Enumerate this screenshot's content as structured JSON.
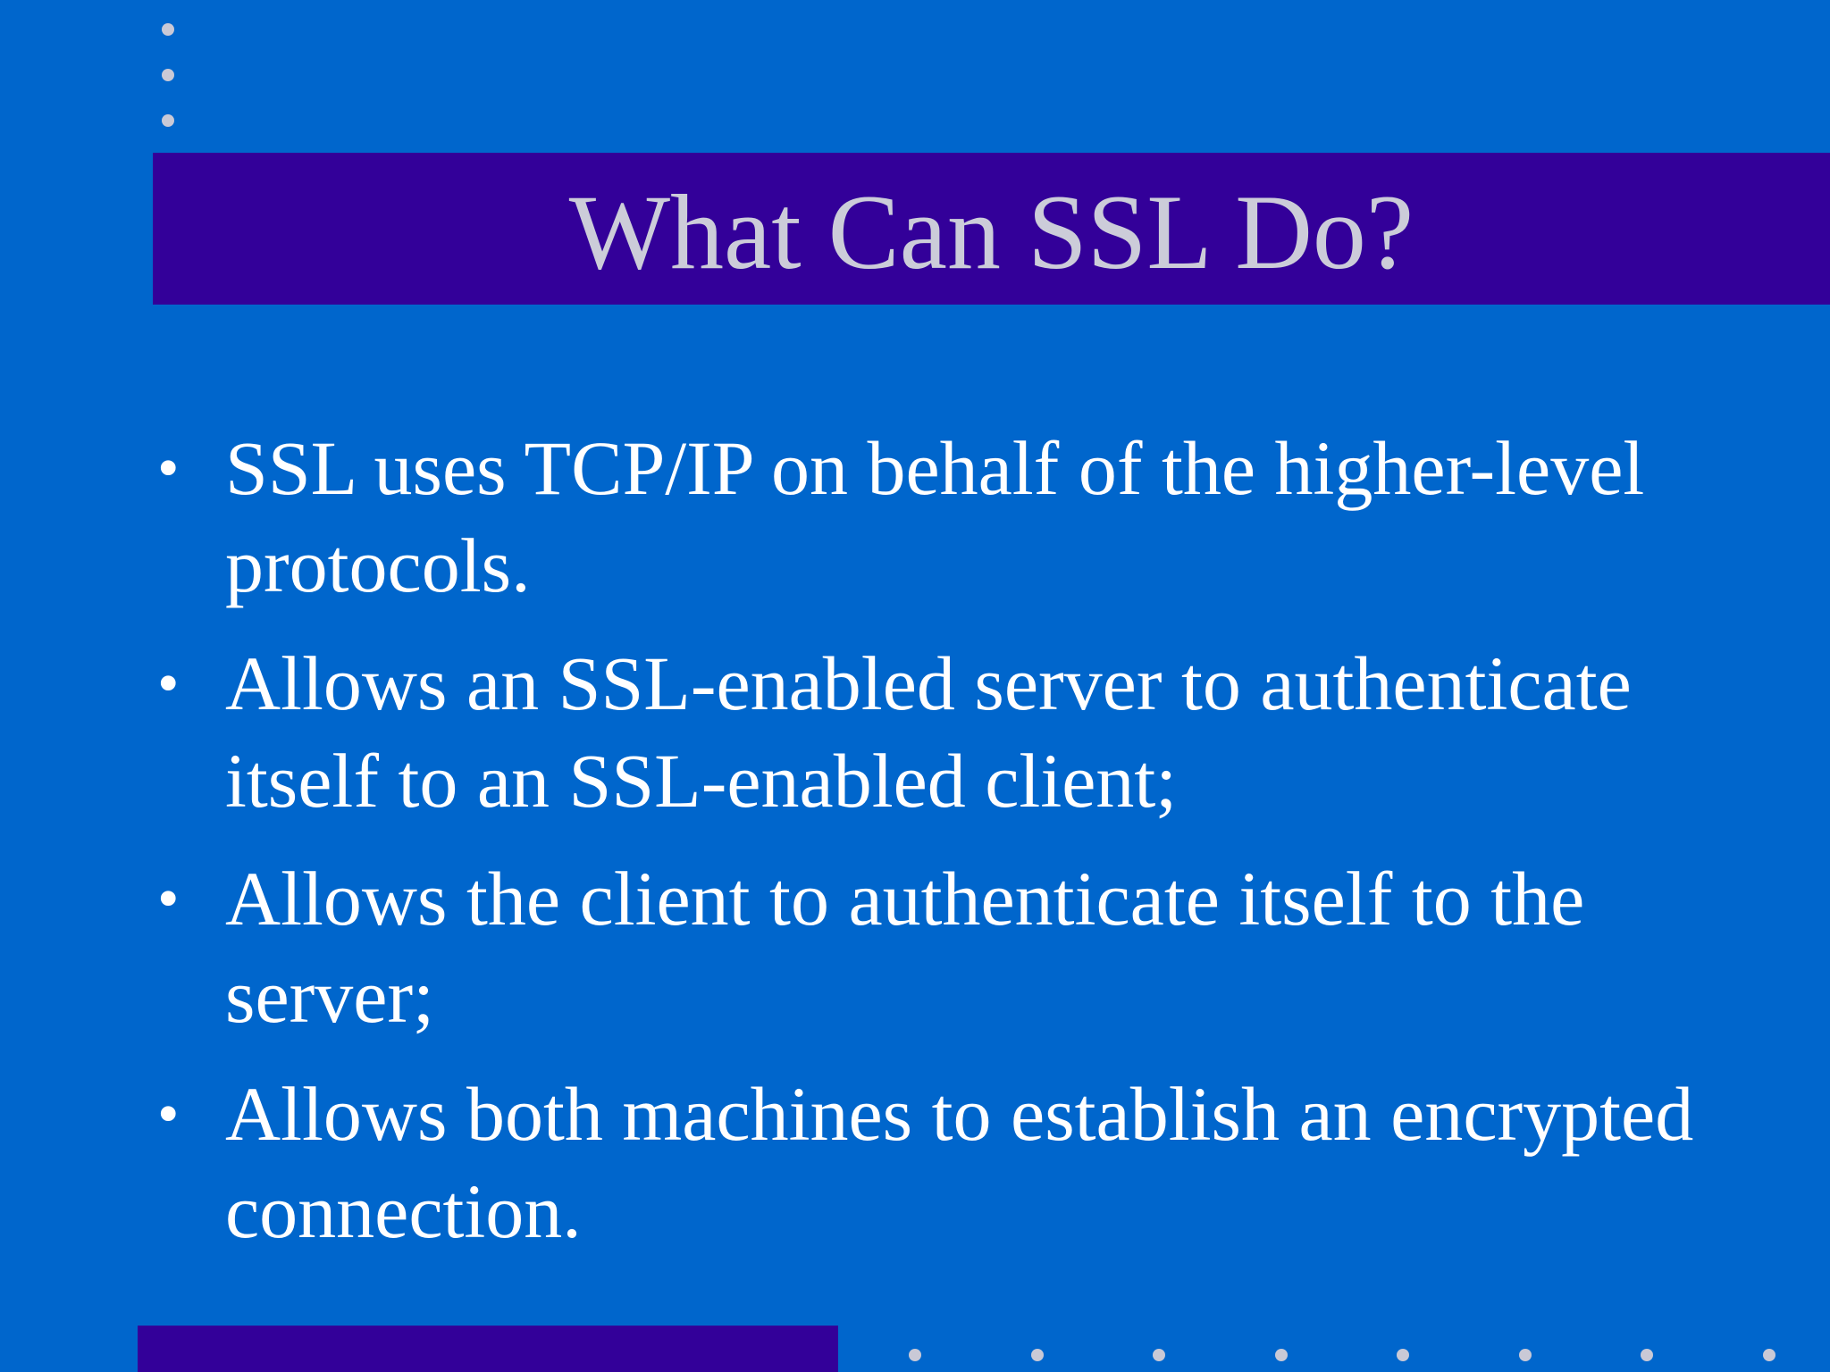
{
  "slide": {
    "title": "What Can SSL Do?",
    "bullet_glyph": "•",
    "bullets": [
      "SSL uses TCP/IP on behalf of the higher-level protocols.",
      "Allows an SSL-enabled server to authenticate itself to an SSL-enabled client;",
      "Allows the client to authenticate itself to the server;",
      "Allows both machines to establish an encrypted connection."
    ]
  },
  "colors": {
    "background": "#0066CC",
    "title_band": "#330099",
    "title_text": "#CCCCD9",
    "body_text": "#FFFFFF",
    "dots": "#C9C9D6"
  }
}
